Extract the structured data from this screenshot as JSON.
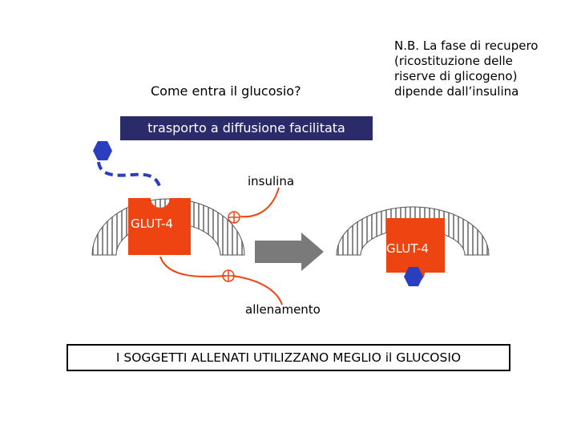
{
  "question": "Come entra il glucosio?",
  "mechanism": "trasporto a diffusione facilitata",
  "note": "N.B. La fase di recupero (ricostituzione delle riserve di glicogeno) dipende dall’insulina",
  "labels": {
    "insulina": "insulina",
    "allenamento": "allenamento",
    "glut_left": "GLUT-4",
    "glut_right": "GLUT-4"
  },
  "conclusion": "I SOGGETTI ALLENATI UTILIZZANO MEGLIO il GLUCOSIO",
  "colors": {
    "banner": "#2b2b6b",
    "transporter": "#ee4411",
    "glucose": "#2a3fbf",
    "arrow": "#7a7a7a",
    "membrane": "#8a8a8a"
  }
}
